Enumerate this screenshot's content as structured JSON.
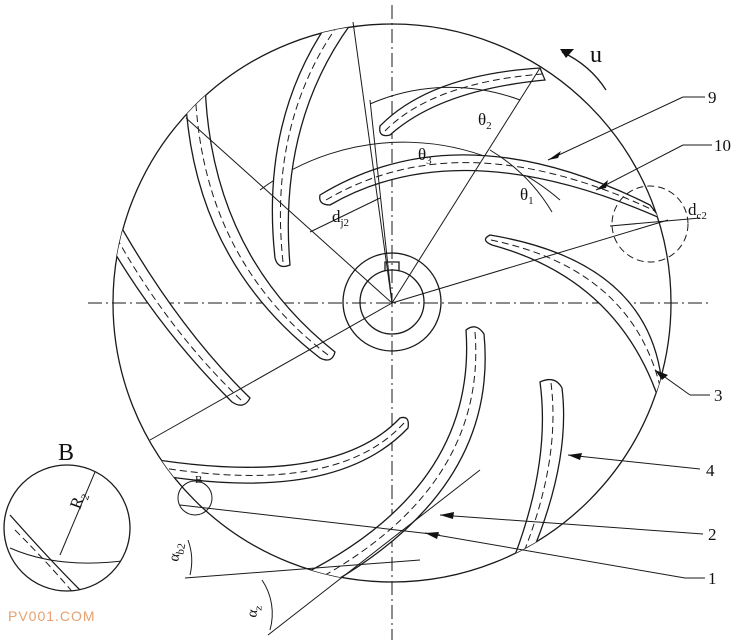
{
  "labels": {
    "u": "u",
    "theta2": {
      "base": "θ",
      "sub": "2"
    },
    "theta3": {
      "base": "θ",
      "sub": "3"
    },
    "theta1": {
      "base": "θ",
      "sub": "1"
    },
    "dj2": {
      "base": "d",
      "sub": "j2"
    },
    "dc2": {
      "base": "d",
      "sub": "c2"
    },
    "alpha_b2": {
      "base": "α",
      "sub": "b2"
    },
    "alpha_z": {
      "base": "α",
      "sub": "z"
    },
    "detail_B": "B",
    "detail_B_small": "B",
    "R2": {
      "base": "R",
      "sub": "2"
    }
  },
  "callouts": [
    "9",
    "10",
    "3",
    "4",
    "2",
    "1"
  ],
  "watermark": "PV001.COM"
}
